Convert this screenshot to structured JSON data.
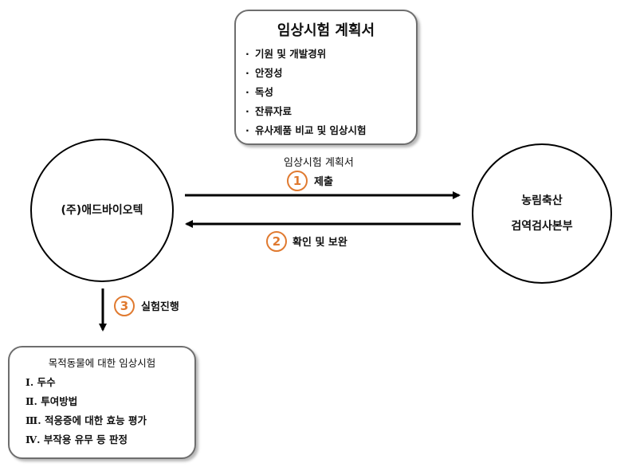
{
  "plan": {
    "title": "임상시험 계획서",
    "items": [
      "기원 및 개발경위",
      "안정성",
      "독성",
      "잔류자료",
      "유사제품 비교 및 임상시험"
    ]
  },
  "company": {
    "label": "(주)애드바이오텍"
  },
  "agency": {
    "line1": "농림축산",
    "line2": "검역검사본부"
  },
  "flow": {
    "submit_caption": "임상시험 계획서",
    "step1": {
      "num": "1",
      "label": "제출"
    },
    "step2": {
      "num": "2",
      "label": "확인 및 보완"
    },
    "step3": {
      "num": "3",
      "label": "실험진행"
    }
  },
  "experiment": {
    "title": "목적동물에 대한 임상시험",
    "items": [
      {
        "num": "Ⅰ.",
        "text": "두수"
      },
      {
        "num": "Ⅱ.",
        "text": "투여방법"
      },
      {
        "num": "Ⅲ.",
        "text": "적응증에 대한 효능 평가"
      },
      {
        "num": "Ⅳ.",
        "text": "부작용 유무 등 판정"
      }
    ]
  },
  "colors": {
    "step_accent": "#e07a30",
    "box_border": "#6e6e6e"
  }
}
